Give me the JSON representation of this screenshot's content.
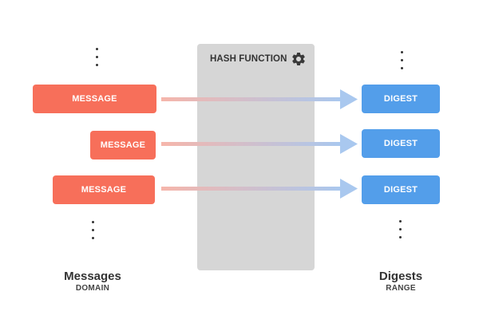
{
  "hash_function": {
    "title": "HASH FUNCTION",
    "icon": "gear-icon"
  },
  "messages": [
    {
      "label": "MESSAGE"
    },
    {
      "label": "MESSAGE"
    },
    {
      "label": "MESSAGE"
    }
  ],
  "digests": [
    {
      "label": "DIGEST"
    },
    {
      "label": "DIGEST"
    },
    {
      "label": "DIGEST"
    }
  ],
  "domain_caption": {
    "title": "Messages",
    "subtitle": "DOMAIN"
  },
  "range_caption": {
    "title": "Digests",
    "subtitle": "RANGE"
  },
  "colors": {
    "message": "#f76f5a",
    "digest": "#539eea",
    "panel": "#d6d6d6",
    "arrow_start": "#f6b6ab",
    "arrow_end": "#a9c8ef"
  }
}
